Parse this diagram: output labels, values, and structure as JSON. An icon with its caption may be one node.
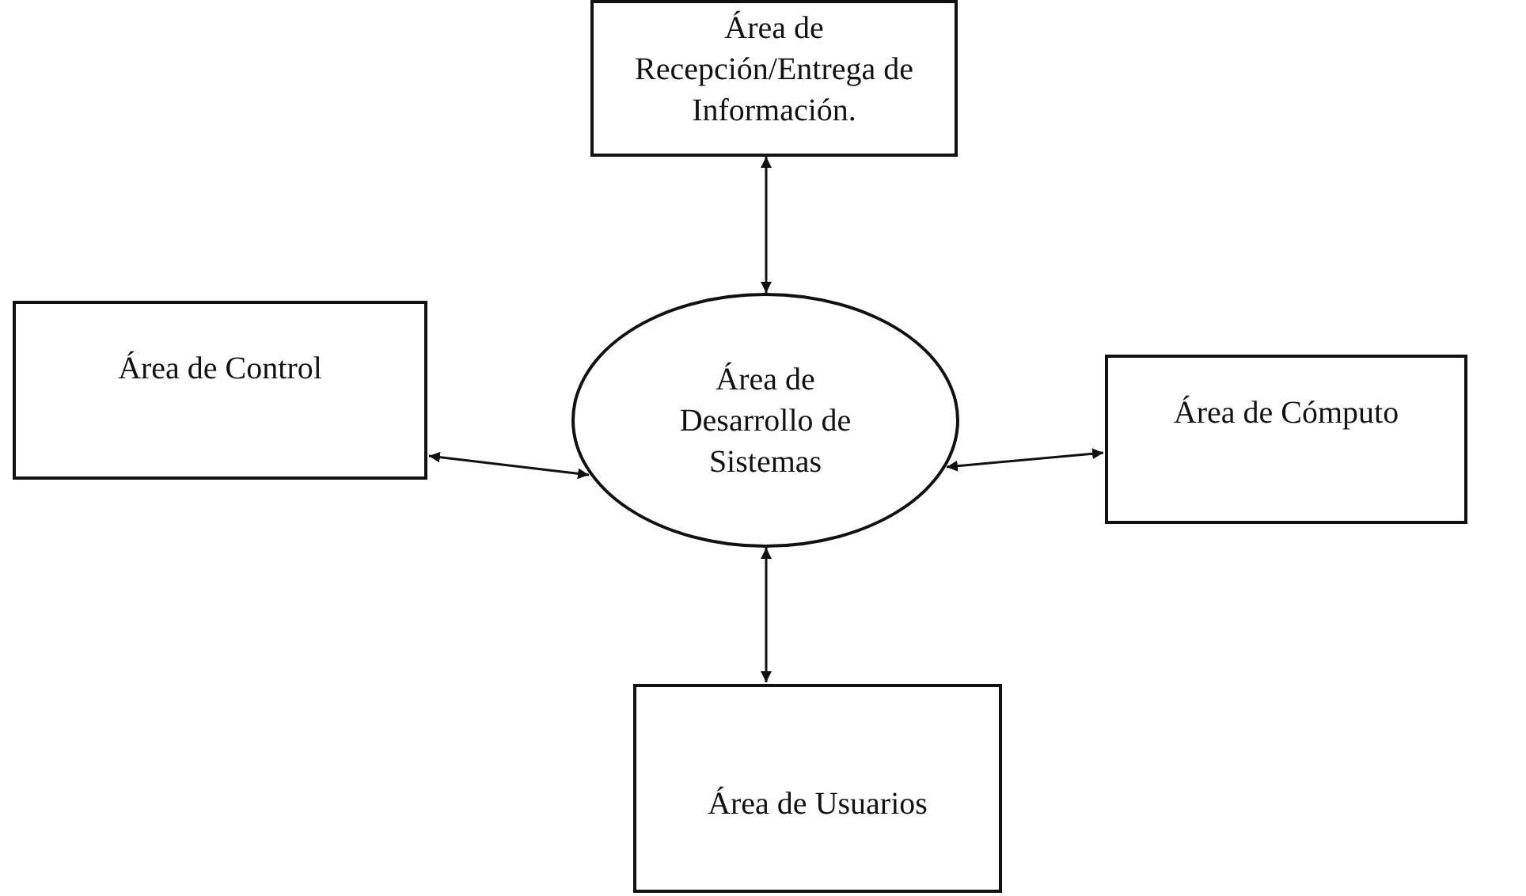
{
  "diagram": {
    "nodes": [
      {
        "text": [
          "Área de Recepción/Entrega de Información."
        ]
      },
      {
        "text": [
          "Área de Control"
        ]
      },
      {
        "text": [
          "Área de Desarrollo de Sistemas"
        ]
      },
      {
        "text": [
          "Área de Cómputo"
        ]
      },
      {
        "text": [
          "Área de Usuarios"
        ]
      }
    ],
    "edges": [
      {
        "from": 0,
        "to": 2,
        "arrow": "both"
      },
      {
        "from": 1,
        "to": 2,
        "arrow": "both"
      },
      {
        "from": 2,
        "to": 3,
        "arrow": "both"
      },
      {
        "from": 2,
        "to": 4,
        "arrow": "both"
      }
    ]
  }
}
